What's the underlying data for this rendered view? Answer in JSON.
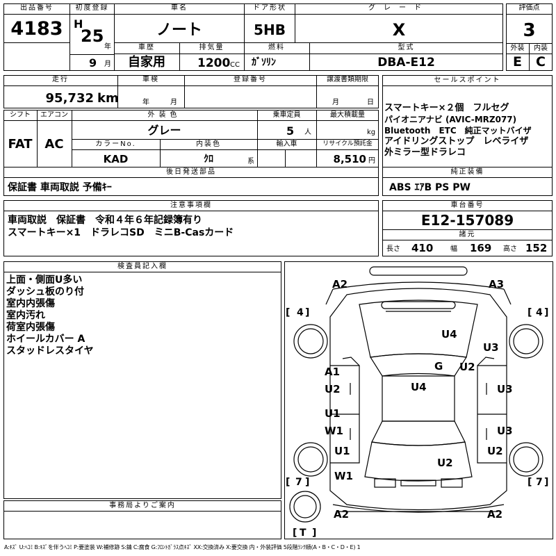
{
  "top": {
    "lot_no_label": "出品番号",
    "lot_no": "4183",
    "first_reg_label": "初度登録",
    "era": "H",
    "year": "25",
    "year_unit": "年",
    "month": "9",
    "month_unit": "月",
    "car_name_label": "車名",
    "car_name": "ノート",
    "door_label": "ドア形状",
    "door": "5HB",
    "grade_label": "グレード",
    "grade": "X",
    "score_label": "評価点",
    "score": "3",
    "history_label": "車歴",
    "history": "自家用",
    "displacement_label": "排気量",
    "displacement": "1200",
    "displacement_unit": "CC",
    "fuel_label": "燃料",
    "fuel": "ｶﾞｿﾘﾝ",
    "model_label": "型式",
    "model": "DBA-E12",
    "ext_label": "外装",
    "ext": "E",
    "int_label": "内装",
    "int": "C"
  },
  "row2": {
    "mileage_label": "走行",
    "mileage": "95,732",
    "mileage_unit": "km",
    "inspection_label": "車検",
    "insp_year_unit": "年",
    "insp_month_unit": "月",
    "reg_no_label": "登録番号",
    "transfer_label": "譲渡書類期限",
    "transfer_month_unit": "月",
    "transfer_day_unit": "日",
    "shift_label": "シフト",
    "shift": "FAT",
    "ac_label": "エアコン",
    "ac": "AC",
    "color_label": "外装色",
    "color": "グレー",
    "capacity_label": "乗車定員",
    "capacity": "5",
    "capacity_unit": "人",
    "load_label": "最大積載量",
    "load_unit": "kg",
    "color_no_label": "カラーNo.",
    "color_no": "KAD",
    "int_color_label": "内装色",
    "int_color": "ｸﾛ",
    "int_color_unit": "系",
    "import_label": "輸入車",
    "recycle_label": "リサイクル預託金",
    "recycle": "8,510",
    "recycle_unit": "円",
    "later_label": "後日発送部品",
    "later": "保証書 車両取説 予備ｷｰ"
  },
  "sales": {
    "label": "セールスポイント",
    "lines": [
      "スマートキー×２個　フルセグ",
      "パイオニアナビ (AVIC-MRZ077)",
      "Bluetooth　ETC　純正マットバイザ",
      "アイドリングストップ　レベライザ",
      "外ミラー型ドラレコ"
    ],
    "equip_label": "純正装備",
    "equip": "ABS ｴｱB PS PW"
  },
  "notes": {
    "label": "注意事項欄",
    "lines": [
      "車両取説　保証書　令和４年６年記録簿有り",
      "スマートキー×1　ドラレコSD　ミニB-Casカード"
    ]
  },
  "chassis": {
    "label": "車台番号",
    "value": "E12-157089",
    "dims_label": "諸元",
    "length_label": "長さ",
    "length": "410",
    "width_label": "幅",
    "width": "169",
    "height_label": "高さ",
    "height": "152"
  },
  "inspector": {
    "label": "検査員記入欄",
    "lines": [
      "上面・側面U多い",
      "ダッシュ板のり付",
      "室内内張傷",
      "室内汚れ",
      "荷室内張傷",
      "ホイールカバー A",
      "スタッドレスタイヤ"
    ]
  },
  "office": {
    "label": "事務局よりご案内"
  },
  "legend": "A:ｷｽﾞ U:ﾍｺﾐ B:ｷｽﾞを伴うﾍｺﾐ P:要塗装 W:補修跡 S:錆 C:腐食 G:ﾌﾛﾝﾄｶﾞﾗｽ点ｷｽﾞ XX:交換済み X:要交換 内・外装評価 5段階ﾗﾝｸ順(A・B・C・D・E) 1",
  "diagram": {
    "tire_fl": "4",
    "tire_fr": "4",
    "tire_rl": "7",
    "tire_rr": "7",
    "tire_spare": "T",
    "marks": [
      {
        "id": "a2-tl",
        "text": "A2"
      },
      {
        "id": "a3-tr",
        "text": "A3"
      },
      {
        "id": "u4-hood",
        "text": "U4"
      },
      {
        "id": "u3-rf",
        "text": "U3"
      },
      {
        "id": "g-glass",
        "text": "G"
      },
      {
        "id": "u2-rf",
        "text": "U2"
      },
      {
        "id": "a1-l",
        "text": "A1"
      },
      {
        "id": "u2-l",
        "text": "U2"
      },
      {
        "id": "u4-roof",
        "text": "U4"
      },
      {
        "id": "u3-r1",
        "text": "U3"
      },
      {
        "id": "u1-l",
        "text": "U1"
      },
      {
        "id": "w1-l",
        "text": "W1"
      },
      {
        "id": "u3-r2",
        "text": "U3"
      },
      {
        "id": "u1-rl",
        "text": "U1"
      },
      {
        "id": "u2-trunk",
        "text": "U2"
      },
      {
        "id": "u2-rr",
        "text": "U2"
      },
      {
        "id": "w1-rl",
        "text": "W1"
      },
      {
        "id": "a2-bl",
        "text": "A2"
      },
      {
        "id": "a2-br",
        "text": "A2"
      }
    ]
  }
}
